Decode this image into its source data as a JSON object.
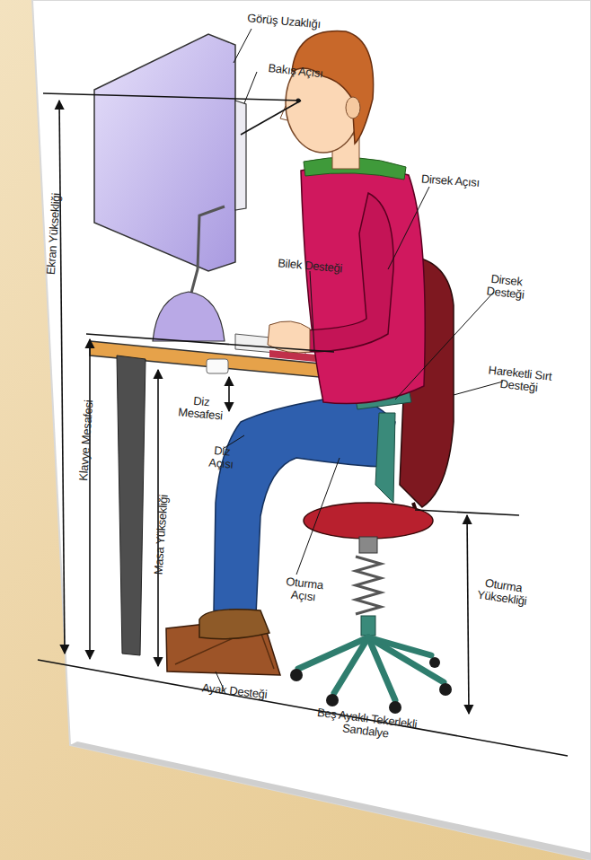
{
  "diagram": {
    "labels": [
      "Görüş Uzaklığı",
      "Bakış Açısı",
      "Dirsek Açısı",
      "Bilek Desteği",
      "Dirsek Desteği",
      "Hareketli Sırt Desteği",
      "Ekran Yüksekliği",
      "Diz Mesafesi",
      "Klavye Mesafesi",
      "Diz Açısı",
      "Masa Yüksekliği",
      "Oturma Açısı",
      "Oturma Yüksekliği",
      "Ayak Desteği",
      "Beş Ayaklı Tekerlekli Sandalye"
    ]
  }
}
